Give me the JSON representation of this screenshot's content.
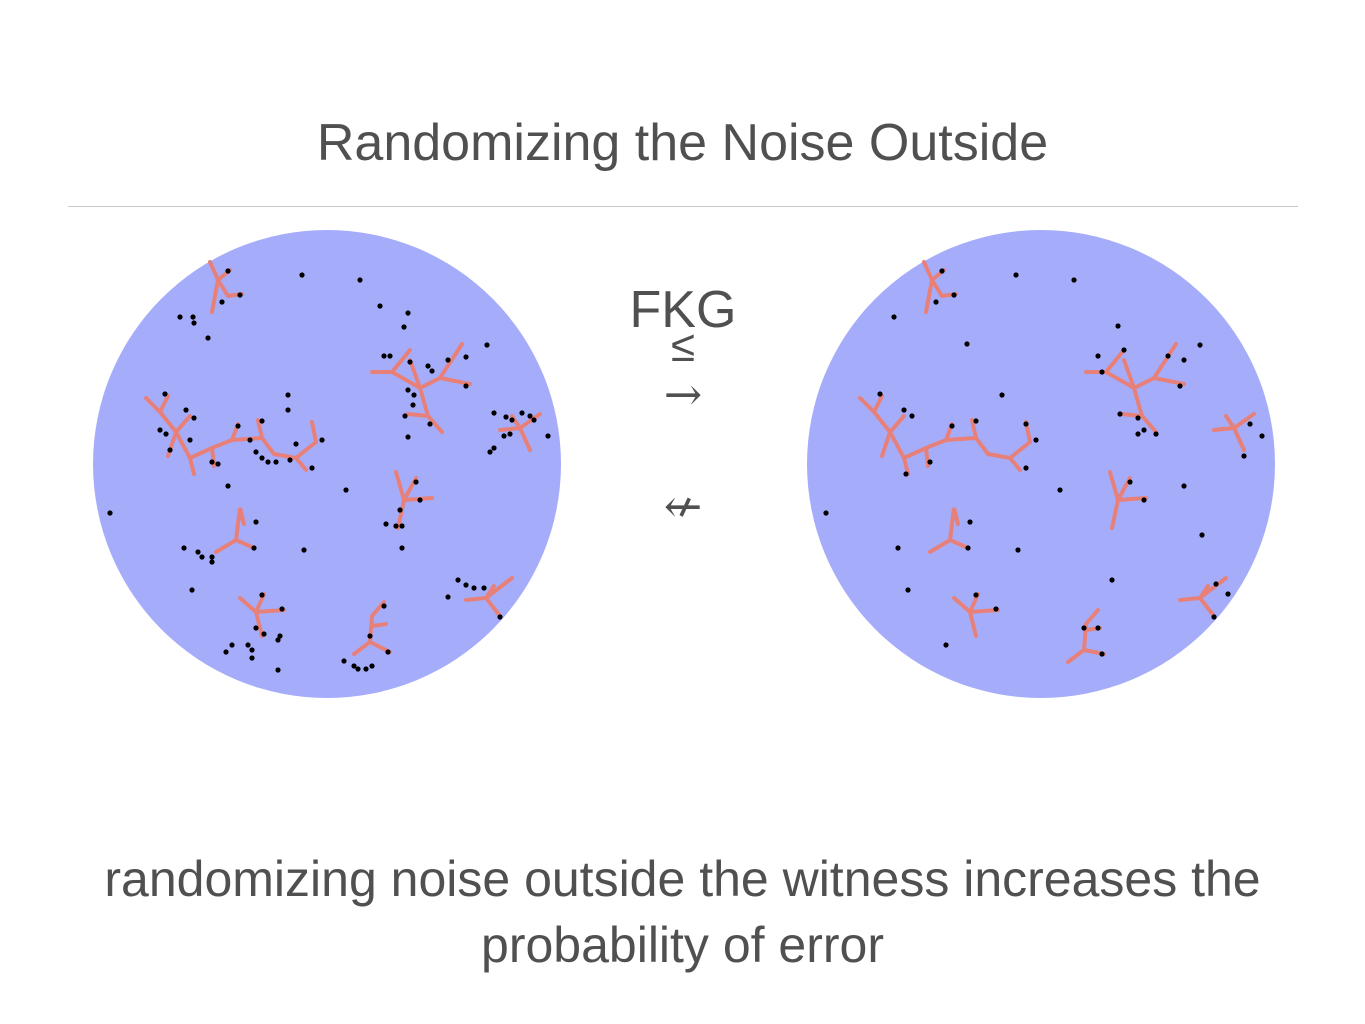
{
  "slide": {
    "title": "Randomizing the Noise Outside",
    "fkg_label": "FKG",
    "leq_symbol": "≤",
    "implies_symbol": "→",
    "not_implied_symbol": "↚",
    "caption_line1": "randomizing noise outside the witness increases the",
    "caption_line2": "probability of error"
  },
  "colors": {
    "disk": "#a5adfb",
    "witness_tree": "#e8807a",
    "noise_dot": "#000000",
    "text": "#505050",
    "rule": "#c8c8c8"
  }
}
